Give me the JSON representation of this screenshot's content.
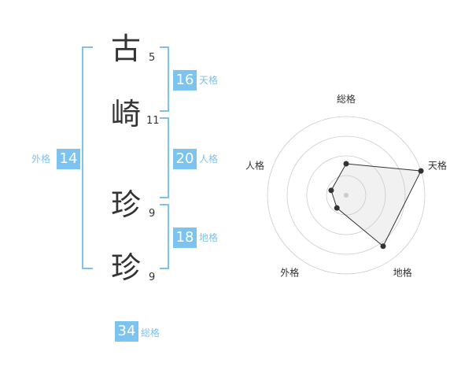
{
  "name": {
    "chars": [
      {
        "char": "古",
        "strokes": "5"
      },
      {
        "char": "崎",
        "strokes": "11"
      },
      {
        "char": "珍",
        "strokes": "9"
      },
      {
        "char": "珍",
        "strokes": "9"
      }
    ]
  },
  "kakusu": {
    "tenkaku": {
      "value": "16",
      "label": "天格"
    },
    "jinkaku": {
      "value": "20",
      "label": "人格"
    },
    "chikaku": {
      "value": "18",
      "label": "地格"
    },
    "gaikaku": {
      "value": "14",
      "label": "外格"
    },
    "soukaku": {
      "value": "34",
      "label": "総格"
    }
  },
  "colors": {
    "accent": "#7cc3ef",
    "text": "#333333",
    "grid": "#cccccc",
    "fill": "#eeeeee"
  },
  "chart_data": {
    "type": "radar",
    "axes": [
      "総格",
      "天格",
      "地格",
      "外格",
      "人格"
    ],
    "values": [
      2,
      5,
      4,
      1,
      1
    ],
    "max": 5,
    "rings": 4
  }
}
